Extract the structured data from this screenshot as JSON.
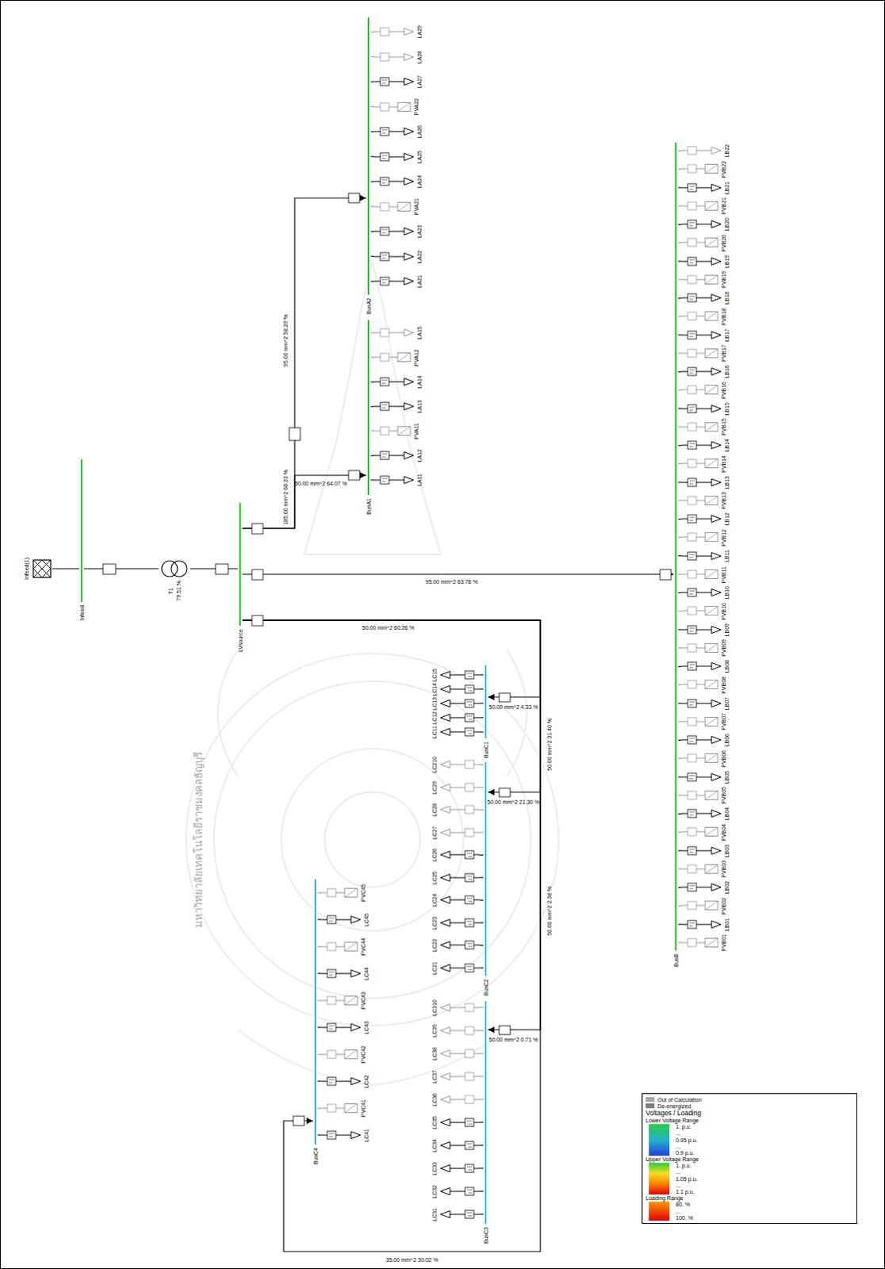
{
  "diagram": {
    "nodes": [
      {
        "text": [
          "Infeed(1)"
        ]
      },
      {
        "text": [
          "Infeed"
        ]
      },
      {
        "text": [
          "T1",
          "79.51 %"
        ]
      },
      {
        "text": [
          "LVsource"
        ]
      },
      {
        "text": [
          "BusA1"
        ]
      },
      {
        "text": [
          "LA11"
        ]
      },
      {
        "text": [
          "LA12"
        ]
      },
      {
        "text": [
          "PVA11"
        ]
      },
      {
        "text": [
          "LA13"
        ]
      },
      {
        "text": [
          "LA14"
        ]
      },
      {
        "text": [
          "PVA12"
        ]
      },
      {
        "text": [
          "LA15"
        ]
      },
      {
        "text": [
          "BusA2"
        ]
      },
      {
        "text": [
          "LA21"
        ]
      },
      {
        "text": [
          "LA22"
        ]
      },
      {
        "text": [
          "LA23"
        ]
      },
      {
        "text": [
          "PVA21"
        ]
      },
      {
        "text": [
          "LA24"
        ]
      },
      {
        "text": [
          "LA25"
        ]
      },
      {
        "text": [
          "LA26"
        ]
      },
      {
        "text": [
          "PVA22"
        ]
      },
      {
        "text": [
          "LA27"
        ]
      },
      {
        "text": [
          "LA28"
        ]
      },
      {
        "text": [
          "LA29"
        ]
      },
      {
        "text": [
          "BusC1"
        ]
      },
      {
        "text": [
          "LC11"
        ]
      },
      {
        "text": [
          "LC12"
        ]
      },
      {
        "text": [
          "LC13"
        ]
      },
      {
        "text": [
          "LC14"
        ]
      },
      {
        "text": [
          "LC15"
        ]
      },
      {
        "text": [
          "BusC2"
        ]
      },
      {
        "text": [
          "LC21"
        ]
      },
      {
        "text": [
          "LC22"
        ]
      },
      {
        "text": [
          "LC23"
        ]
      },
      {
        "text": [
          "LC24"
        ]
      },
      {
        "text": [
          "LC25"
        ]
      },
      {
        "text": [
          "LC26"
        ]
      },
      {
        "text": [
          "LC27"
        ]
      },
      {
        "text": [
          "LC28"
        ]
      },
      {
        "text": [
          "LC29"
        ]
      },
      {
        "text": [
          "LC210"
        ]
      },
      {
        "text": [
          "BusC3"
        ]
      },
      {
        "text": [
          "LC31"
        ]
      },
      {
        "text": [
          "LC32"
        ]
      },
      {
        "text": [
          "LC33"
        ]
      },
      {
        "text": [
          "LC34"
        ]
      },
      {
        "text": [
          "LC35"
        ]
      },
      {
        "text": [
          "LC36"
        ]
      },
      {
        "text": [
          "LC37"
        ]
      },
      {
        "text": [
          "LC38"
        ]
      },
      {
        "text": [
          "LC39"
        ]
      },
      {
        "text": [
          "LC310"
        ]
      },
      {
        "text": [
          "BusC4"
        ]
      },
      {
        "text": [
          "LC41"
        ]
      },
      {
        "text": [
          "PVC41"
        ]
      },
      {
        "text": [
          "LC42"
        ]
      },
      {
        "text": [
          "PVC42"
        ]
      },
      {
        "text": [
          "LC43"
        ]
      },
      {
        "text": [
          "PVC43"
        ]
      },
      {
        "text": [
          "LC44"
        ]
      },
      {
        "text": [
          "PVC44"
        ]
      },
      {
        "text": [
          "LC45"
        ]
      },
      {
        "text": [
          "PVC45"
        ]
      },
      {
        "text": [
          "BusB"
        ]
      },
      {
        "text": [
          "PVB01"
        ]
      },
      {
        "text": [
          "LB01"
        ]
      },
      {
        "text": [
          "PVB02"
        ]
      },
      {
        "text": [
          "LB02"
        ]
      },
      {
        "text": [
          "PVB03"
        ]
      },
      {
        "text": [
          "LB03"
        ]
      },
      {
        "text": [
          "PVB04"
        ]
      },
      {
        "text": [
          "LB04"
        ]
      },
      {
        "text": [
          "PVB05"
        ]
      },
      {
        "text": [
          "LB05"
        ]
      },
      {
        "text": [
          "PVB06"
        ]
      },
      {
        "text": [
          "LB06"
        ]
      },
      {
        "text": [
          "PVB07"
        ]
      },
      {
        "text": [
          "LB07"
        ]
      },
      {
        "text": [
          "PVB08"
        ]
      },
      {
        "text": [
          "LB08"
        ]
      },
      {
        "text": [
          "PVB09"
        ]
      },
      {
        "text": [
          "LB09"
        ]
      },
      {
        "text": [
          "PVB10"
        ]
      },
      {
        "text": [
          "LB10"
        ]
      },
      {
        "text": [
          "PVB11"
        ]
      },
      {
        "text": [
          "LB11"
        ]
      },
      {
        "text": [
          "PVB12"
        ]
      },
      {
        "text": [
          "LB12"
        ]
      },
      {
        "text": [
          "PVB13"
        ]
      },
      {
        "text": [
          "LB13"
        ]
      },
      {
        "text": [
          "PVB14"
        ]
      },
      {
        "text": [
          "LB14"
        ]
      },
      {
        "text": [
          "PVB15"
        ]
      },
      {
        "text": [
          "LB15"
        ]
      },
      {
        "text": [
          "PVB16"
        ]
      },
      {
        "text": [
          "LB16"
        ]
      },
      {
        "text": [
          "PVB17"
        ]
      },
      {
        "text": [
          "LB17"
        ]
      },
      {
        "text": [
          "PVB18"
        ]
      },
      {
        "text": [
          "LB18"
        ]
      },
      {
        "text": [
          "PVB19"
        ]
      },
      {
        "text": [
          "LB19"
        ]
      },
      {
        "text": [
          "PVB20"
        ]
      },
      {
        "text": [
          "LB20"
        ]
      },
      {
        "text": [
          "PVB21"
        ]
      },
      {
        "text": [
          "LB21"
        ]
      },
      {
        "text": [
          "PVB22"
        ]
      },
      {
        "text": [
          "LB22"
        ]
      }
    ],
    "edges": [
      {
        "from": 0,
        "to": 1,
        "arrow": "none"
      },
      {
        "from": 1,
        "to": 2,
        "arrow": "none"
      },
      {
        "from": 2,
        "to": 3,
        "arrow": "none"
      },
      {
        "from": 3,
        "to": 4,
        "arrow": "to",
        "label": "185.00 mm^2 68.33 %"
      },
      {
        "from": 3,
        "to": 12,
        "arrow": "to",
        "label": "95.00 mm^2 58.29 %"
      },
      {
        "from": 3,
        "to": 63,
        "arrow": "to",
        "label": "95.00 mm^2 63.78 %"
      },
      {
        "from": 3,
        "to": 24,
        "arrow": "to",
        "label": "50.00 mm^2 60.26 %"
      },
      {
        "from": 3,
        "to": 30,
        "arrow": "to",
        "label": "50.00 mm^2 31.40 %"
      },
      {
        "from": 3,
        "to": 41,
        "arrow": "to",
        "label": "50.00 mm^2 2.38 %"
      },
      {
        "from": 3,
        "to": 52,
        "arrow": "to",
        "label": "35.00 mm^2 30.02 %"
      },
      {
        "from": 4,
        "to": 5,
        "arrow": "none"
      },
      {
        "from": 4,
        "to": 6,
        "arrow": "none"
      },
      {
        "from": 4,
        "to": 7,
        "arrow": "none"
      },
      {
        "from": 4,
        "to": 8,
        "arrow": "none"
      },
      {
        "from": 4,
        "to": 9,
        "arrow": "none"
      },
      {
        "from": 4,
        "to": 10,
        "arrow": "none"
      },
      {
        "from": 4,
        "to": 11,
        "arrow": "none"
      },
      {
        "from": 12,
        "to": 13,
        "arrow": "none"
      },
      {
        "from": 12,
        "to": 14,
        "arrow": "none"
      },
      {
        "from": 12,
        "to": 15,
        "arrow": "none"
      },
      {
        "from": 12,
        "to": 16,
        "arrow": "none"
      },
      {
        "from": 12,
        "to": 17,
        "arrow": "none"
      },
      {
        "from": 12,
        "to": 18,
        "arrow": "none"
      },
      {
        "from": 12,
        "to": 19,
        "arrow": "none"
      },
      {
        "from": 12,
        "to": 20,
        "arrow": "none"
      },
      {
        "from": 12,
        "to": 21,
        "arrow": "none"
      },
      {
        "from": 12,
        "to": 22,
        "arrow": "none"
      },
      {
        "from": 12,
        "to": 23,
        "arrow": "none"
      },
      {
        "from": 24,
        "to": 25,
        "arrow": "none"
      },
      {
        "from": 24,
        "to": 26,
        "arrow": "none"
      },
      {
        "from": 24,
        "to": 27,
        "arrow": "none"
      },
      {
        "from": 24,
        "to": 28,
        "arrow": "none"
      },
      {
        "from": 24,
        "to": 29,
        "arrow": "none"
      },
      {
        "from": 30,
        "to": 31,
        "arrow": "none"
      },
      {
        "from": 30,
        "to": 32,
        "arrow": "none"
      },
      {
        "from": 30,
        "to": 33,
        "arrow": "none"
      },
      {
        "from": 30,
        "to": 34,
        "arrow": "none"
      },
      {
        "from": 30,
        "to": 35,
        "arrow": "none"
      },
      {
        "from": 30,
        "to": 36,
        "arrow": "none"
      },
      {
        "from": 30,
        "to": 37,
        "arrow": "none"
      },
      {
        "from": 30,
        "to": 38,
        "arrow": "none"
      },
      {
        "from": 30,
        "to": 39,
        "arrow": "none"
      },
      {
        "from": 30,
        "to": 40,
        "arrow": "none"
      },
      {
        "from": 41,
        "to": 42,
        "arrow": "none"
      },
      {
        "from": 41,
        "to": 43,
        "arrow": "none"
      },
      {
        "from": 41,
        "to": 44,
        "arrow": "none"
      },
      {
        "from": 41,
        "to": 45,
        "arrow": "none"
      },
      {
        "from": 41,
        "to": 46,
        "arrow": "none"
      },
      {
        "from": 41,
        "to": 47,
        "arrow": "none"
      },
      {
        "from": 41,
        "to": 48,
        "arrow": "none"
      },
      {
        "from": 41,
        "to": 49,
        "arrow": "none"
      },
      {
        "from": 41,
        "to": 50,
        "arrow": "none"
      },
      {
        "from": 41,
        "to": 51,
        "arrow": "none"
      },
      {
        "from": 52,
        "to": 53,
        "arrow": "none"
      },
      {
        "from": 52,
        "to": 54,
        "arrow": "none"
      },
      {
        "from": 52,
        "to": 55,
        "arrow": "none"
      },
      {
        "from": 52,
        "to": 56,
        "arrow": "none"
      },
      {
        "from": 52,
        "to": 57,
        "arrow": "none"
      },
      {
        "from": 52,
        "to": 58,
        "arrow": "none"
      },
      {
        "from": 52,
        "to": 59,
        "arrow": "none"
      },
      {
        "from": 52,
        "to": 60,
        "arrow": "none"
      },
      {
        "from": 52,
        "to": 61,
        "arrow": "none"
      },
      {
        "from": 52,
        "to": 62,
        "arrow": "none"
      },
      {
        "from": 63,
        "to": 64,
        "arrow": "none"
      },
      {
        "from": 63,
        "to": 65,
        "arrow": "none"
      },
      {
        "from": 63,
        "to": 66,
        "arrow": "none"
      },
      {
        "from": 63,
        "to": 67,
        "arrow": "none"
      },
      {
        "from": 63,
        "to": 68,
        "arrow": "none"
      },
      {
        "from": 63,
        "to": 69,
        "arrow": "none"
      },
      {
        "from": 63,
        "to": 70,
        "arrow": "none"
      },
      {
        "from": 63,
        "to": 71,
        "arrow": "none"
      },
      {
        "from": 63,
        "to": 72,
        "arrow": "none"
      },
      {
        "from": 63,
        "to": 73,
        "arrow": "none"
      },
      {
        "from": 63,
        "to": 74,
        "arrow": "none"
      },
      {
        "from": 63,
        "to": 75,
        "arrow": "none"
      },
      {
        "from": 63,
        "to": 76,
        "arrow": "none"
      },
      {
        "from": 63,
        "to": 77,
        "arrow": "none"
      },
      {
        "from": 63,
        "to": 78,
        "arrow": "none"
      },
      {
        "from": 63,
        "to": 79,
        "arrow": "none"
      },
      {
        "from": 63,
        "to": 80,
        "arrow": "none"
      },
      {
        "from": 63,
        "to": 81,
        "arrow": "none"
      },
      {
        "from": 63,
        "to": 82,
        "arrow": "none"
      },
      {
        "from": 63,
        "to": 83,
        "arrow": "none"
      },
      {
        "from": 63,
        "to": 84,
        "arrow": "none"
      },
      {
        "from": 63,
        "to": 85,
        "arrow": "none"
      },
      {
        "from": 63,
        "to": 86,
        "arrow": "none"
      },
      {
        "from": 63,
        "to": 87,
        "arrow": "none"
      },
      {
        "from": 63,
        "to": 88,
        "arrow": "none"
      },
      {
        "from": 63,
        "to": 89,
        "arrow": "none"
      },
      {
        "from": 63,
        "to": 90,
        "arrow": "none"
      },
      {
        "from": 63,
        "to": 91,
        "arrow": "none"
      },
      {
        "from": 63,
        "to": 92,
        "arrow": "none"
      },
      {
        "from": 63,
        "to": 93,
        "arrow": "none"
      },
      {
        "from": 63,
        "to": 94,
        "arrow": "none"
      },
      {
        "from": 63,
        "to": 95,
        "arrow": "none"
      },
      {
        "from": 63,
        "to": 96,
        "arrow": "none"
      },
      {
        "from": 63,
        "to": 97,
        "arrow": "none"
      },
      {
        "from": 63,
        "to": 98,
        "arrow": "none"
      },
      {
        "from": 63,
        "to": 99,
        "arrow": "none"
      },
      {
        "from": 63,
        "to": 100,
        "arrow": "none"
      },
      {
        "from": 63,
        "to": 101,
        "arrow": "none"
      },
      {
        "from": 63,
        "to": 102,
        "arrow": "none"
      },
      {
        "from": 63,
        "to": 103,
        "arrow": "none"
      },
      {
        "from": 63,
        "to": 104,
        "arrow": "none"
      },
      {
        "from": 63,
        "to": 105,
        "arrow": "none"
      },
      {
        "from": 63,
        "to": 106,
        "arrow": "none"
      },
      {
        "from": 63,
        "to": 107,
        "arrow": "none"
      }
    ],
    "labels": [
      "50.00 mm^2 64.07 %",
      "50.00 mm^2 4.33 %",
      "50.00 mm^2 21.30 %",
      "50.00 mm^2 0.71 %",
      "Voltages / Loading",
      "Lower Voltage Range",
      "1. p.u.",
      "...",
      "0.95 p.u.",
      "...",
      "0.9 p.u.",
      "Upper Voltage Range",
      "1. p.u.",
      "...",
      "1.05 p.u.",
      "...",
      "1.1 p.u.",
      "Loading Range",
      "80. %",
      "...",
      "100. %",
      "มหาวิทยาลัยเทคโนโลยีราชมงคลธัญบุรี"
    ],
    "legend": [
      {
        "text": "Out of Calculation",
        "color": "#a6a6a6"
      },
      {
        "text": "De-energized",
        "color": "#7f7f7f"
      }
    ]
  }
}
